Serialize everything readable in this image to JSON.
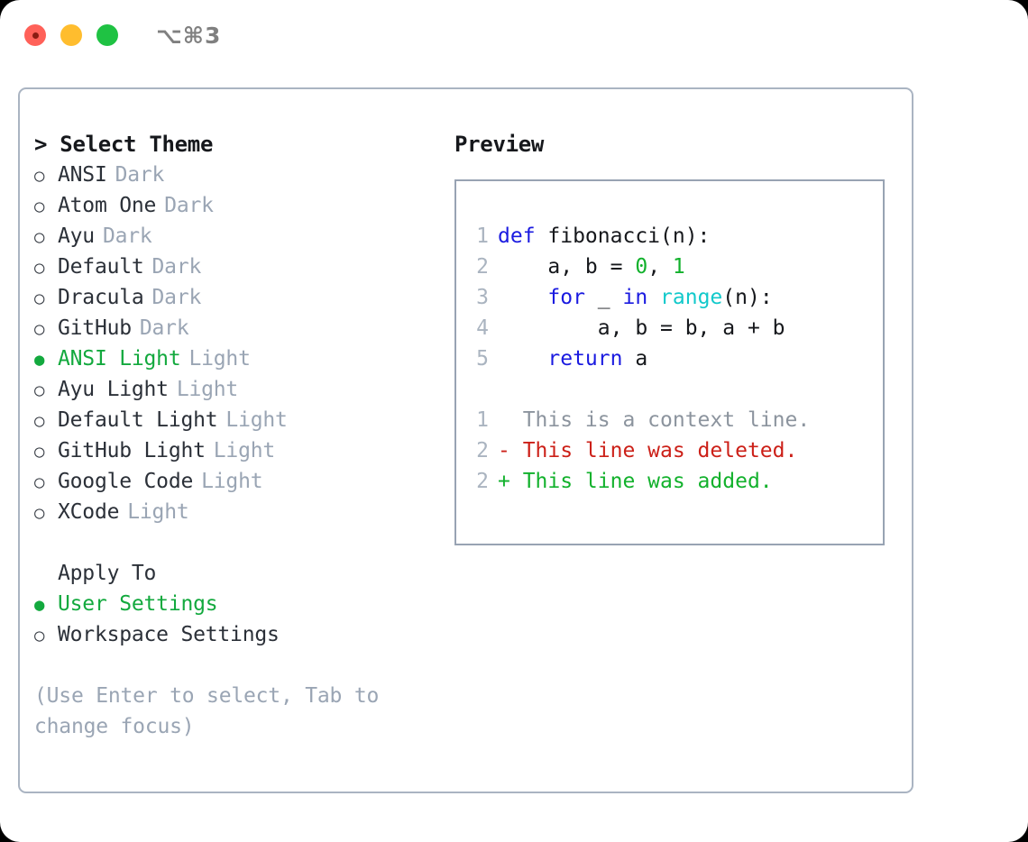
{
  "titlebar": {
    "shortcut": "⌥⌘3",
    "buttons": [
      {
        "name": "close",
        "color": "#ff6159"
      },
      {
        "name": "minimize",
        "color": "#ffbd2e"
      },
      {
        "name": "maximize",
        "color": "#1fc243"
      }
    ]
  },
  "theme_picker": {
    "header": "> Select Theme",
    "items": [
      {
        "marker": "○",
        "label": "ANSI",
        "variant": "Dark",
        "selected": false
      },
      {
        "marker": "○",
        "label": "Atom One",
        "variant": "Dark",
        "selected": false
      },
      {
        "marker": "○",
        "label": "Ayu",
        "variant": "Dark",
        "selected": false
      },
      {
        "marker": "○",
        "label": "Default",
        "variant": "Dark",
        "selected": false
      },
      {
        "marker": "○",
        "label": "Dracula",
        "variant": "Dark",
        "selected": false
      },
      {
        "marker": "○",
        "label": "GitHub",
        "variant": "Dark",
        "selected": false
      },
      {
        "marker": "●",
        "label": "ANSI Light",
        "variant": "Light",
        "selected": true
      },
      {
        "marker": "○",
        "label": "Ayu Light",
        "variant": "Light",
        "selected": false
      },
      {
        "marker": "○",
        "label": "Default Light",
        "variant": "Light",
        "selected": false
      },
      {
        "marker": "○",
        "label": "GitHub Light",
        "variant": "Light",
        "selected": false
      },
      {
        "marker": "○",
        "label": "Google Code",
        "variant": "Light",
        "selected": false
      },
      {
        "marker": "○",
        "label": "XCode",
        "variant": "Light",
        "selected": false
      }
    ]
  },
  "apply_to": {
    "header": "Apply To",
    "items": [
      {
        "marker": "●",
        "label": "User Settings",
        "selected": true
      },
      {
        "marker": "○",
        "label": "Workspace Settings",
        "selected": false
      }
    ]
  },
  "hint": "(Use Enter to select, Tab to change focus)",
  "preview": {
    "title": "Preview",
    "code_lines": [
      {
        "num": "1",
        "tokens": [
          {
            "t": "def",
            "c": "kw"
          },
          {
            "t": " fibonacci(n):",
            "c": "pl"
          }
        ]
      },
      {
        "num": "2",
        "tokens": [
          {
            "t": "    a, b = ",
            "c": "pl"
          },
          {
            "t": "0",
            "c": "num"
          },
          {
            "t": ", ",
            "c": "pl"
          },
          {
            "t": "1",
            "c": "num"
          }
        ]
      },
      {
        "num": "3",
        "tokens": [
          {
            "t": "    ",
            "c": "pl"
          },
          {
            "t": "for",
            "c": "kw"
          },
          {
            "t": " _ ",
            "c": "pl"
          },
          {
            "t": "in",
            "c": "kw"
          },
          {
            "t": " ",
            "c": "pl"
          },
          {
            "t": "range",
            "c": "fn"
          },
          {
            "t": "(n):",
            "c": "pl"
          }
        ]
      },
      {
        "num": "4",
        "tokens": [
          {
            "t": "        a, b = b, a + b",
            "c": "pl"
          }
        ]
      },
      {
        "num": "5",
        "tokens": [
          {
            "t": "    ",
            "c": "pl"
          },
          {
            "t": "return",
            "c": "kw"
          },
          {
            "t": " a",
            "c": "pl"
          }
        ]
      }
    ],
    "diff_lines": [
      {
        "num": "1",
        "text": "  This is a context line.",
        "kind": "ctx"
      },
      {
        "num": "2",
        "text": "- This line was deleted.",
        "kind": "del"
      },
      {
        "num": "2",
        "text": "+ This line was added.",
        "kind": "add"
      }
    ]
  },
  "colors": {
    "accent_green": "#13a93e",
    "keyword_blue": "#1a1ae0",
    "number_green": "#12b12c",
    "function_cyan": "#12c9cb",
    "diff_delete_red": "#cc2018",
    "diff_add_green": "#12b12c",
    "muted_gray": "#9aa5b4",
    "border_gray": "#aab4c2"
  }
}
